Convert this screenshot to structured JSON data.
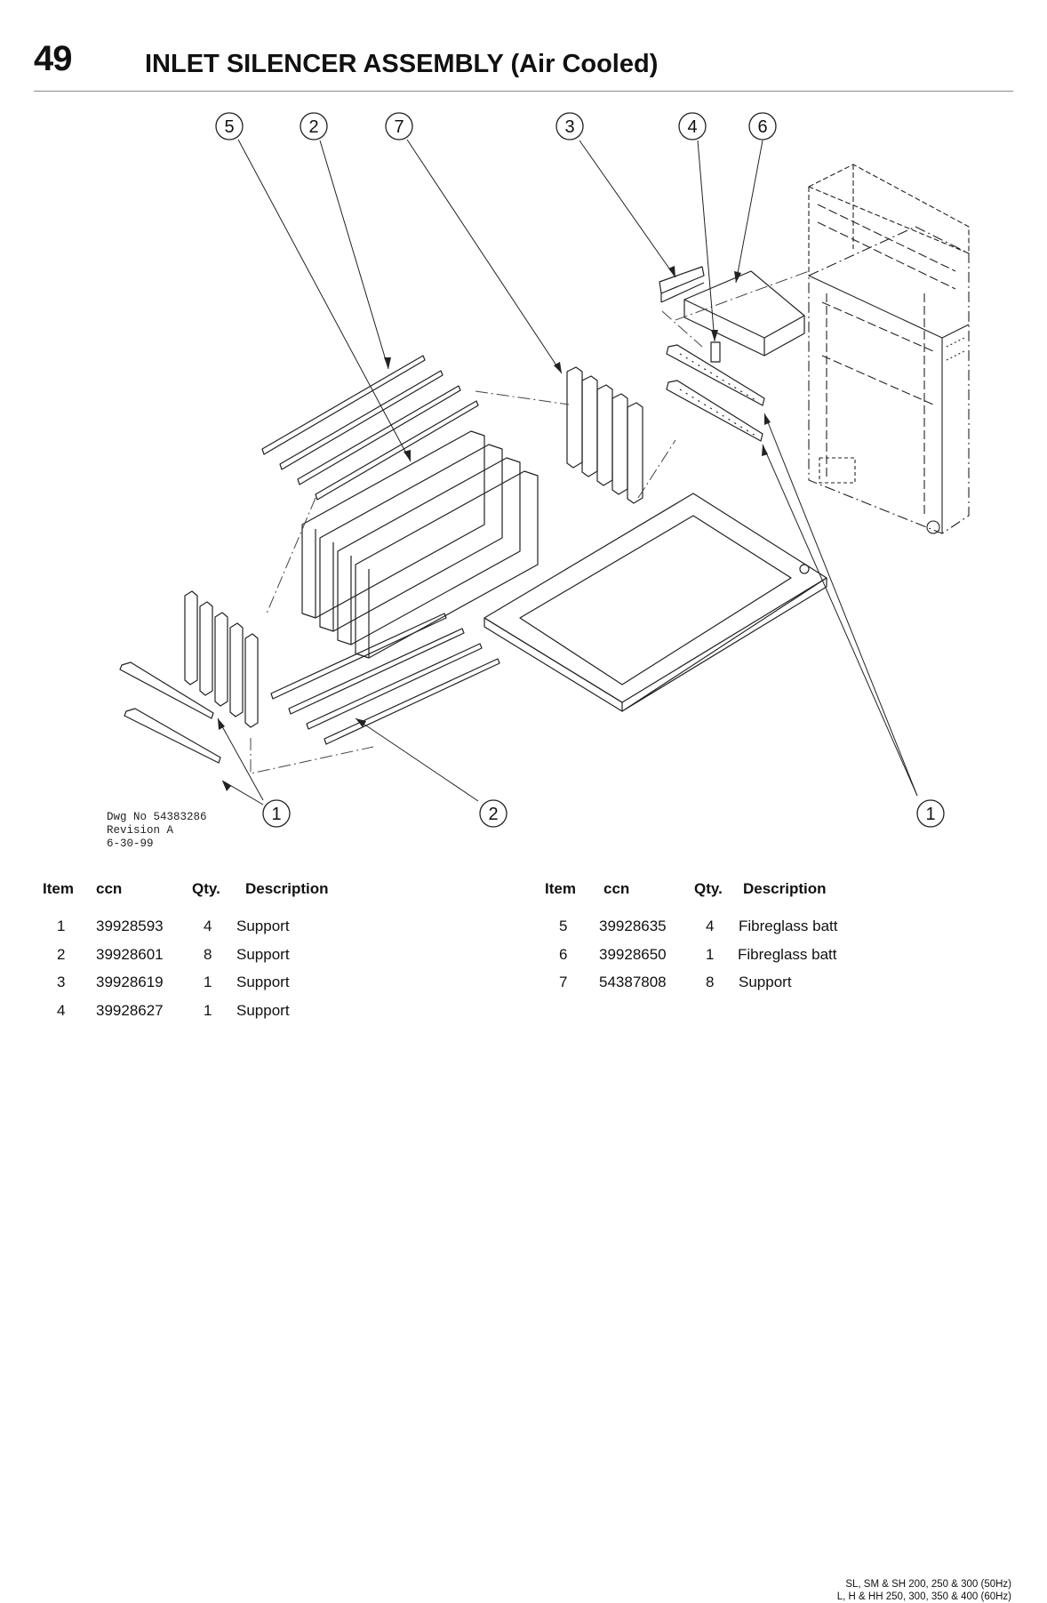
{
  "header": {
    "page_number": "49",
    "title": "INLET SILENCER ASSEMBLY (Air Cooled)"
  },
  "drawing": {
    "dwg_lines": [
      "Dwg No 54383286",
      "Revision A",
      "6-30-99"
    ],
    "callouts": {
      "c5": "5",
      "c2top": "2",
      "c7": "7",
      "c3": "3",
      "c4": "4",
      "c6": "6",
      "c1left": "1",
      "c2bottom": "2",
      "c1right": "1"
    }
  },
  "parts_table": {
    "headers": [
      "Item",
      "ccn",
      "Qty.",
      "Description"
    ],
    "left": [
      {
        "item": "1",
        "ccn": "39928593",
        "qty": "4",
        "description": "Support"
      },
      {
        "item": "2",
        "ccn": "39928601",
        "qty": "8",
        "description": "Support"
      },
      {
        "item": "3",
        "ccn": "39928619",
        "qty": "1",
        "description": "Support"
      },
      {
        "item": "4",
        "ccn": "39928627",
        "qty": "1",
        "description": "Support"
      }
    ],
    "right": [
      {
        "item": "5",
        "ccn": "39928635",
        "qty": "4",
        "description": "Fibreglass batt"
      },
      {
        "item": "6",
        "ccn": "39928650",
        "qty": "1",
        "description": "Fibreglass batt"
      },
      {
        "item": "7",
        "ccn": "54387808",
        "qty": "8",
        "description": "Support"
      }
    ]
  },
  "footer": {
    "line1": "SL, SM & SH 200, 250 & 300 (50Hz)",
    "line2": "L, H & HH 250, 300, 350 & 400 (60Hz)"
  }
}
